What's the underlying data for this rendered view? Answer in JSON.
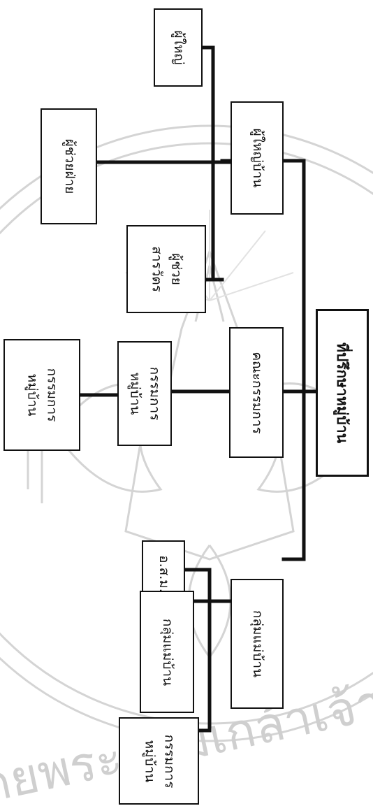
{
  "diagram": {
    "type": "organization-chart",
    "orientation": "rotated-90",
    "nodes": [
      {
        "id": "n1",
        "lines": [
          "ผู้ใหญ่"
        ]
      },
      {
        "id": "n2",
        "lines": [
          "ผู้ใหญ่บ้าน"
        ]
      },
      {
        "id": "n3",
        "lines": [
          "ผู้ช่วยฝ่าย"
        ]
      },
      {
        "id": "n4",
        "lines": [
          "ผู้ช่วย",
          "สารวัตร"
        ]
      },
      {
        "id": "n5",
        "lines": [
          "คณะกรรมการ"
        ]
      },
      {
        "id": "n6",
        "lines": [
          "กรรมการ",
          "หมู่บ้าน"
        ]
      },
      {
        "id": "n7",
        "lines": [
          "กรรมการ",
          "หมู่บ้าน"
        ]
      },
      {
        "id": "n8",
        "lines": [
          "ที่ปรึกษาหมู่บ้าน"
        ]
      },
      {
        "id": "n9",
        "lines": [
          "อ.ส.ม."
        ]
      },
      {
        "id": "n10",
        "lines": [
          "กลุ่มแม่บ้าน"
        ]
      },
      {
        "id": "n11",
        "lines": [
          "กลุ่มแม่บ้าน"
        ]
      },
      {
        "id": "n12",
        "lines": [
          "กรรมการ",
          "หมู่บ้าน"
        ]
      }
    ]
  },
  "watermark": {
    "text": "โดยพระจอมเกล้าเจ้าคุณ",
    "color": "#c9c9c9"
  }
}
